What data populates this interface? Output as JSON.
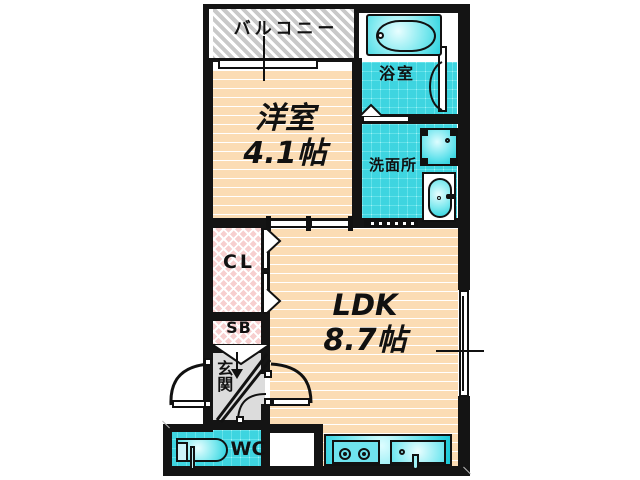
{
  "plan": {
    "type": "japanese-floor-plan",
    "layout_code": "1LDK",
    "rooms": [
      {
        "id": "balcony",
        "label": "バルコニー",
        "label_en": "Balcony",
        "floor": "hatch-gray"
      },
      {
        "id": "yoshitsu",
        "label": "洋室",
        "label_en": "Western Room",
        "area": "4.1帖",
        "floor": "wood"
      },
      {
        "id": "ldk",
        "label": "LDK",
        "label_en": "Living Dining Kitchen",
        "area": "8.7帖",
        "floor": "wood"
      },
      {
        "id": "bath",
        "label": "浴室",
        "label_en": "Bathroom",
        "floor": "tile"
      },
      {
        "id": "washroom",
        "label": "洗面所",
        "label_en": "Washroom",
        "floor": "tile"
      },
      {
        "id": "closet",
        "label": "CL",
        "label_en": "Closet",
        "floor": "pink-lattice"
      },
      {
        "id": "shoebox",
        "label": "SB",
        "label_en": "Shoe Box",
        "floor": "pink-lattice"
      },
      {
        "id": "genkan",
        "label": "玄関",
        "label_en": "Entrance",
        "floor": "gray"
      },
      {
        "id": "wc",
        "label": "WC",
        "label_en": "Toilet",
        "floor": "tile"
      }
    ],
    "fixtures": [
      {
        "id": "bathtub",
        "name": "bathtub"
      },
      {
        "id": "washing-pan",
        "name": "washing-machine-pan"
      },
      {
        "id": "vanity-sink",
        "name": "vanity-sink"
      },
      {
        "id": "toilet",
        "name": "toilet"
      },
      {
        "id": "gas-stove",
        "name": "two-burner-gas-stove"
      },
      {
        "id": "kitchen-sink",
        "name": "kitchen-sink"
      }
    ],
    "colors": {
      "wall": "#141414",
      "wood_floor": "#fbdcb4",
      "tile_floor": "#9ff0f4",
      "closet_floor": "#f7cfcf",
      "balcony_floor": "#c9c9c9",
      "genkan_floor": "#dcdcdc",
      "fixture_aqua": "#2ad2de",
      "background": "#ffffff"
    }
  },
  "labels": {
    "balcony": "バルコニー",
    "yoshitsu_name": "洋室",
    "yoshitsu_area": "4.1帖",
    "ldk_name": "LDK",
    "ldk_area": "8.7帖",
    "bath": "浴室",
    "washroom": "洗面所",
    "closet": "CL",
    "shoebox": "SB",
    "genkan": "玄関",
    "wc": "WC"
  }
}
